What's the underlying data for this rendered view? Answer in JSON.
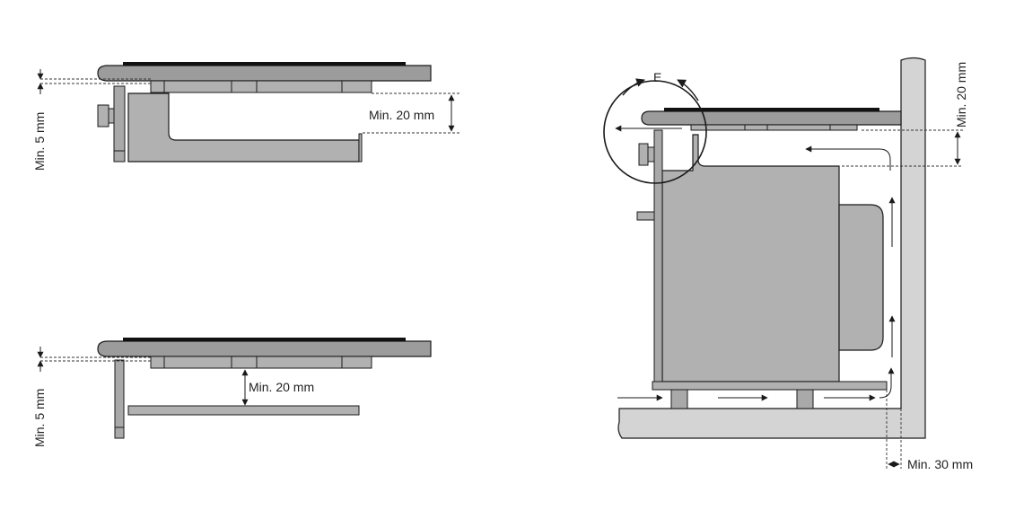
{
  "diagram": {
    "panel_top_left": {
      "side_gap_label": "Min. 5 mm",
      "drawer_gap_label": "Min. 20 mm"
    },
    "panel_bottom_left": {
      "side_gap_label": "Min. 5 mm",
      "panel_gap_label": "Min. 20 mm"
    },
    "panel_right": {
      "detail_marker": "E",
      "top_gap_label": "Min. 20 mm",
      "rear_gap_label": "Min. 30 mm"
    }
  },
  "colors": {
    "line": "#1a1a1a",
    "cabinet_gray": "#b1b1b1",
    "worktop_gray": "#9c9c9c",
    "glass_black": "#111111",
    "bracket_gray": "#a9a9a9",
    "wall_gray": "#d4d4d4"
  }
}
